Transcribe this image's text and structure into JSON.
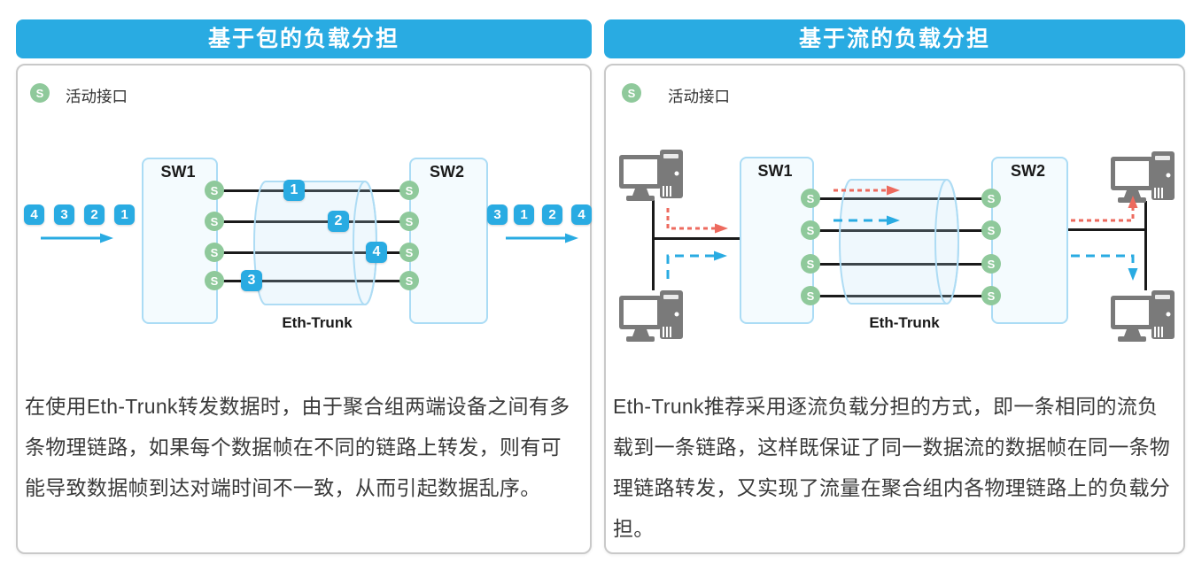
{
  "colors": {
    "accent_blue": "#29ABE2",
    "port_green": "#8FC99B",
    "flow_red": "#ED6A5E",
    "flow_blue": "#29ABE2",
    "device_gray": "#7A7A7A",
    "link_black": "#1A1A1A"
  },
  "panels": [
    {
      "header": "基于包的负载分担",
      "legend": {
        "port_label": "S",
        "label": "活动接口"
      },
      "diagram": {
        "sw1": "SW1",
        "sw2": "SW2",
        "trunk": "Eth-Trunk",
        "in_packets": [
          "4",
          "3",
          "2",
          "1"
        ],
        "out_packets": [
          "3",
          "1",
          "2",
          "4"
        ],
        "link_badges": [
          "1",
          "2",
          "4",
          "3"
        ]
      },
      "description": "在使用Eth-Trunk转发数据时，由于聚合组两端设备之间有多条物理链路，如果每个数据帧在不同的链路上转发，则有可能导致数据帧到达对端时间不一致，从而引起数据乱序。"
    },
    {
      "header": "基于流的负载分担",
      "legend": {
        "port_label": "S",
        "label": "活动接口"
      },
      "diagram": {
        "sw1": "SW1",
        "sw2": "SW2",
        "trunk": "Eth-Trunk"
      },
      "description": "Eth-Trunk推荐采用逐流负载分担的方式，即一条相同的流负载到一条链路，这样既保证了同一数据流的数据帧在同一条物理链路转发，又实现了流量在聚合组内各物理链路上的负载分担。"
    }
  ]
}
